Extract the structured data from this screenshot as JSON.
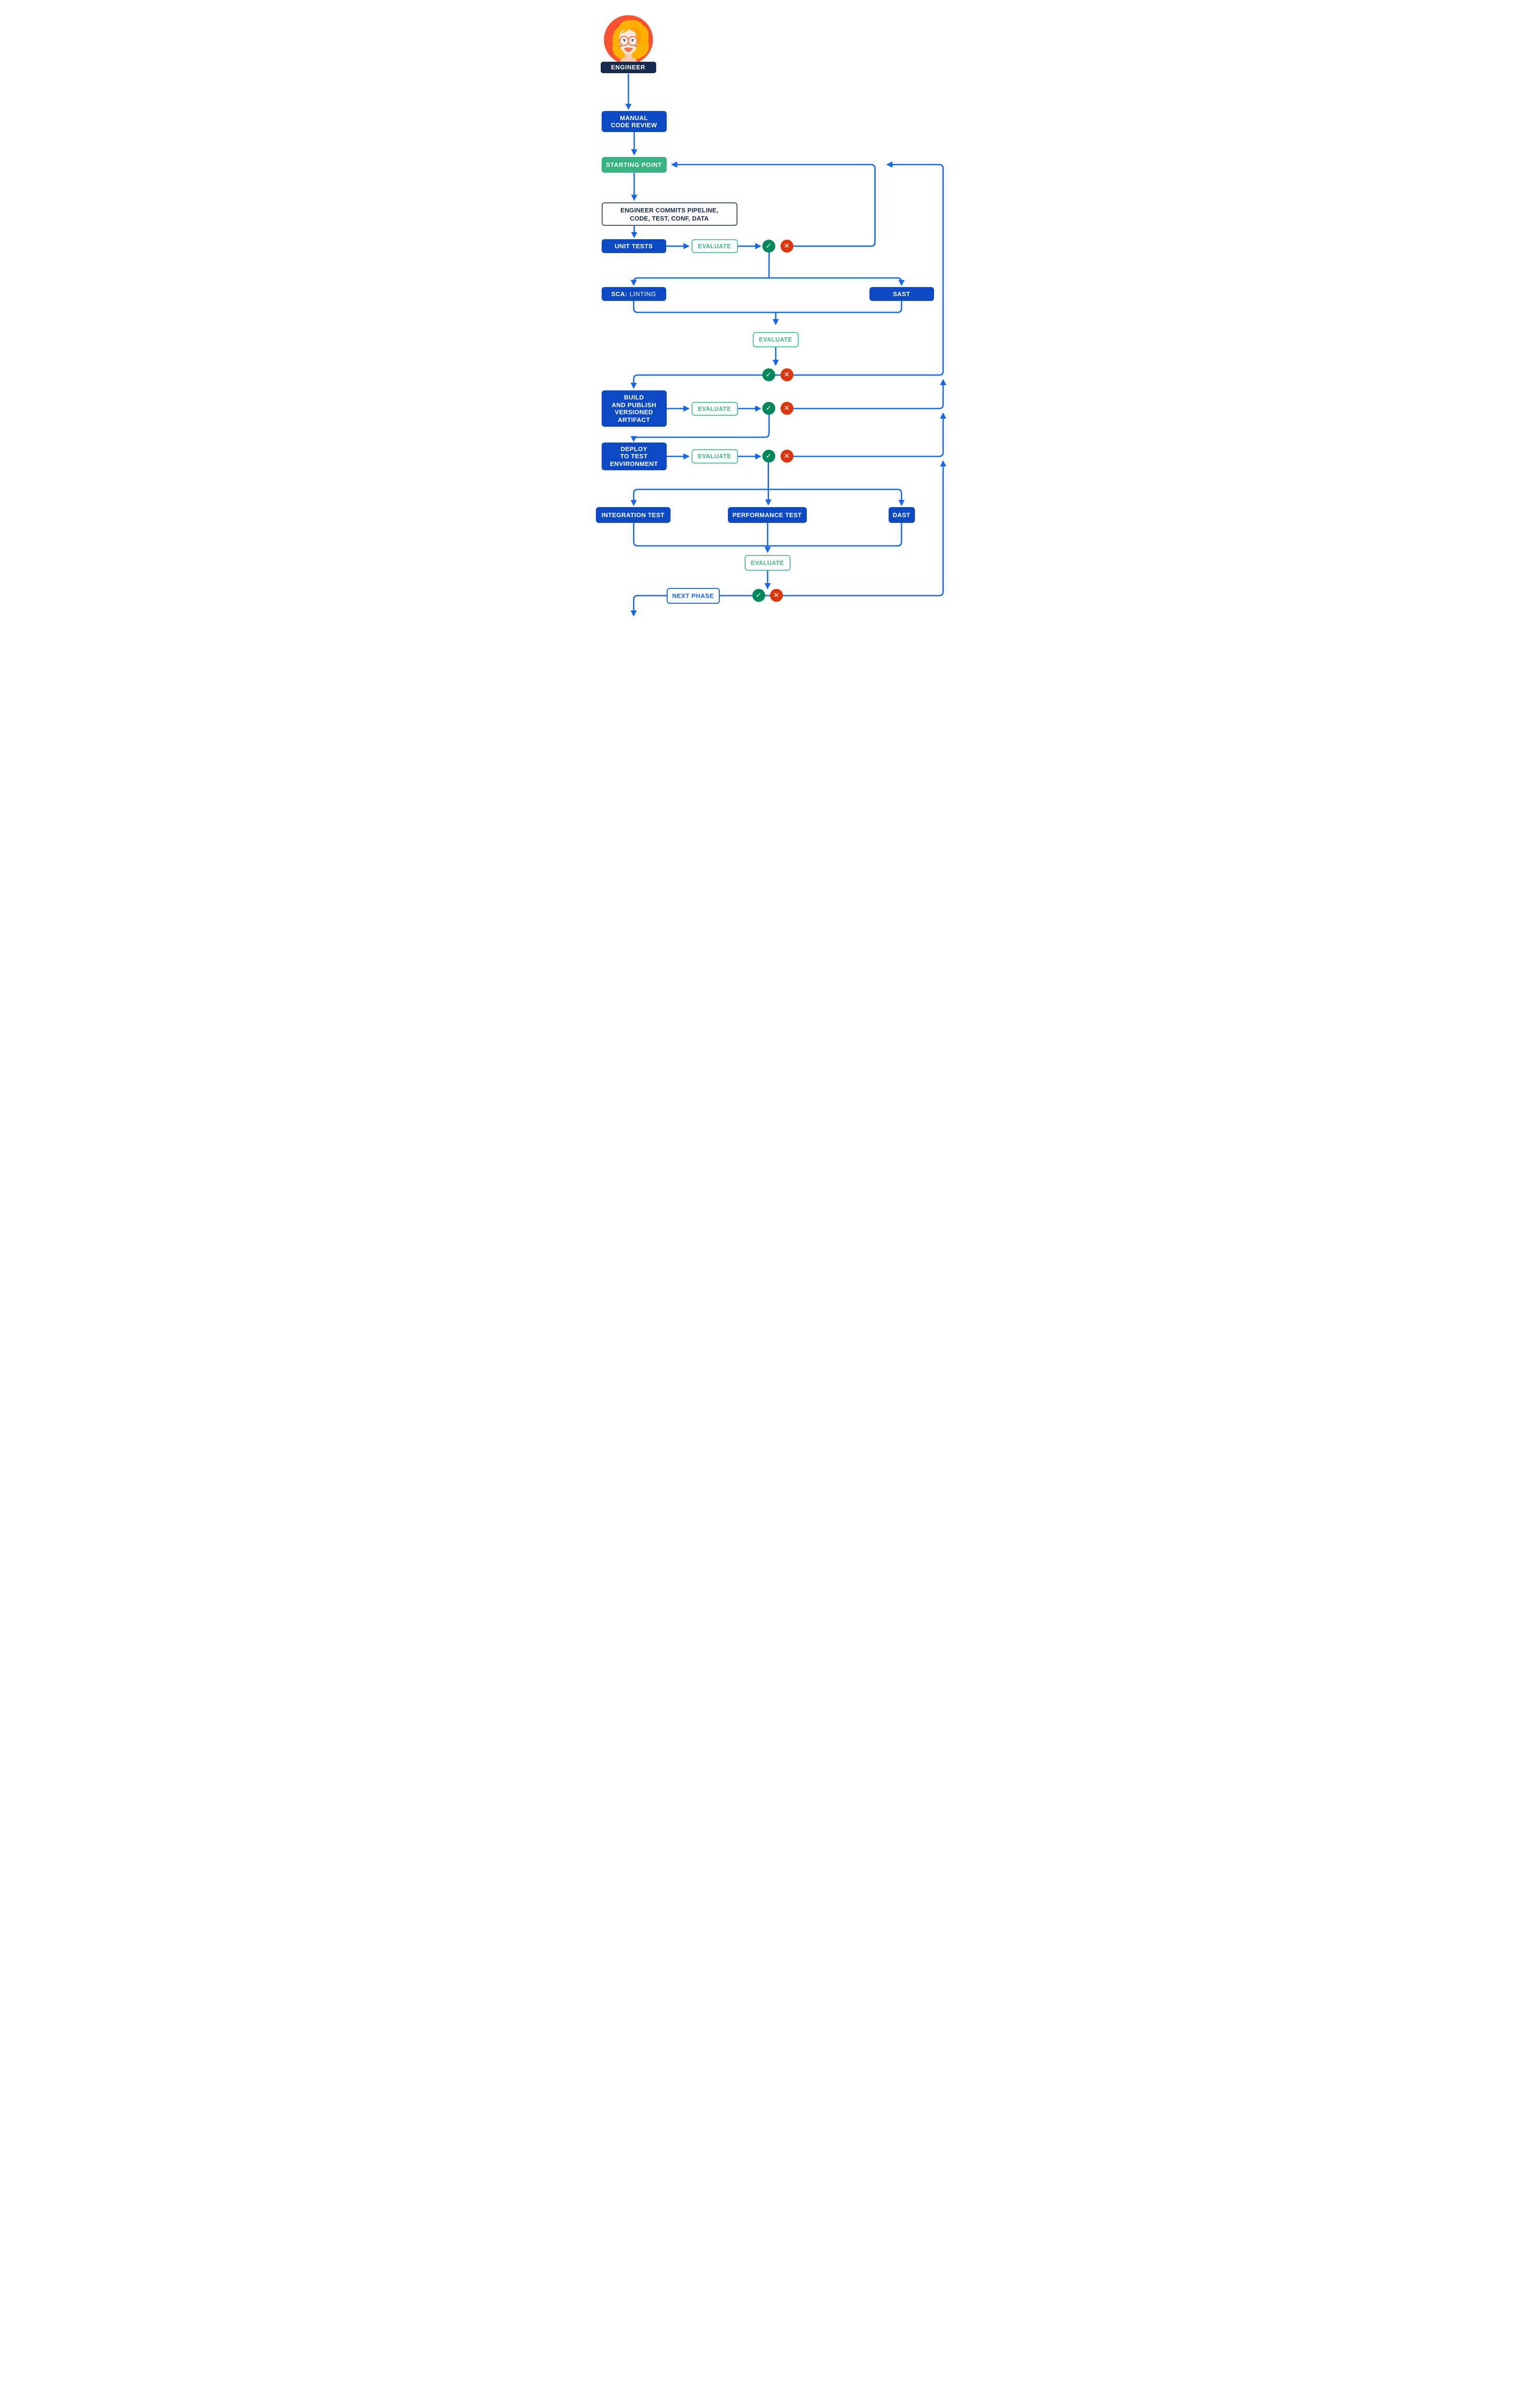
{
  "palette": {
    "line_blue": "#1567F2",
    "box_blue": "#0A49C2",
    "navy": "#172B4D",
    "starting_green": "#36B37E",
    "evaluate_green": "#3FBA82",
    "pass_green": "#00875A",
    "fail_red": "#DE350B",
    "avatar_background_orange": "#F85232"
  },
  "nodes": {
    "engineer": {
      "label": "ENGINEER"
    },
    "manual_review": {
      "lines": [
        "MANUAL",
        "CODE REVIEW"
      ]
    },
    "starting_point": {
      "label": "STARTING POINT"
    },
    "commit": {
      "lines": [
        "ENGINEER COMMITS PIPELINE,",
        "CODE, TEST, CONF, DATA"
      ]
    },
    "unit_tests": {
      "label": "UNIT TESTS"
    },
    "evaluate": {
      "label": "EVALUATE"
    },
    "sca": {
      "prefix": "SCA:",
      "rest": "LINTING"
    },
    "sast": {
      "label": "SAST"
    },
    "build": {
      "lines": [
        "BUILD",
        "AND PUBLISH",
        "VERSIONED",
        "ARTIFACT"
      ]
    },
    "deploy": {
      "lines": [
        "DEPLOY",
        "TO TEST",
        "ENVIRONMENT"
      ]
    },
    "integration_test": {
      "label": "INTEGRATION TEST"
    },
    "performance_test": {
      "label": "PERFORMANCE TEST"
    },
    "dast": {
      "label": "DAST"
    },
    "next_phase": {
      "label": "NEXT PHASE"
    },
    "pass_glyph": "✓",
    "fail_glyph": "✕"
  }
}
